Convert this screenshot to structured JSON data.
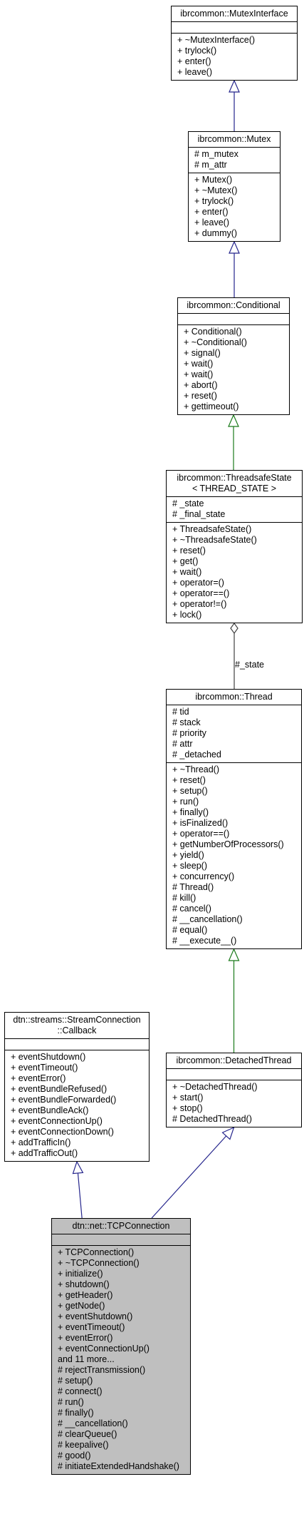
{
  "diagram": {
    "nodes": [
      {
        "id": "mutex-interface",
        "title": [
          "ibrcommon::MutexInterface"
        ],
        "attributes": [],
        "methods": [
          "+ ~MutexInterface()",
          "+ trylock()",
          "+ enter()",
          "+ leave()"
        ]
      },
      {
        "id": "mutex",
        "title": [
          "ibrcommon::Mutex"
        ],
        "attributes": [
          "# m_mutex",
          "# m_attr"
        ],
        "methods": [
          "+ Mutex()",
          "+ ~Mutex()",
          "+ trylock()",
          "+ enter()",
          "+ leave()",
          "+ dummy()"
        ]
      },
      {
        "id": "conditional",
        "title": [
          "ibrcommon::Conditional"
        ],
        "attributes": [],
        "methods": [
          "+ Conditional()",
          "+ ~Conditional()",
          "+ signal()",
          "+ wait()",
          "+ wait()",
          "+ abort()",
          "+ reset()",
          "+ gettimeout()"
        ]
      },
      {
        "id": "threadsafe-state",
        "title": [
          "ibrcommon::ThreadsafeState",
          "< THREAD_STATE >"
        ],
        "attributes": [
          "# _state",
          "# _final_state"
        ],
        "methods": [
          "+ ThreadsafeState()",
          "+ ~ThreadsafeState()",
          "+ reset()",
          "+ get()",
          "+ wait()",
          "+ operator=()",
          "+ operator==()",
          "+ operator!=()",
          "+ lock()"
        ]
      },
      {
        "id": "thread",
        "title": [
          "ibrcommon::Thread"
        ],
        "attributes": [
          "# tid",
          "# stack",
          "# priority",
          "# attr",
          "# _detached"
        ],
        "methods": [
          "+ ~Thread()",
          "+ reset()",
          "+ setup()",
          "+ run()",
          "+ finally()",
          "+ isFinalized()",
          "+ operator==()",
          "+ getNumberOfProcessors()",
          "+ yield()",
          "+ sleep()",
          "+ concurrency()",
          "# Thread()",
          "# kill()",
          "# cancel()",
          "# __cancellation()",
          "# equal()",
          "# __execute__()"
        ]
      },
      {
        "id": "stream-callback",
        "title": [
          "dtn::streams::StreamConnection",
          "::Callback"
        ],
        "attributes": [],
        "methods": [
          "+ eventShutdown()",
          "+ eventTimeout()",
          "+ eventError()",
          "+ eventBundleRefused()",
          "+ eventBundleForwarded()",
          "+ eventBundleAck()",
          "+ eventConnectionUp()",
          "+ eventConnectionDown()",
          "+ addTrafficIn()",
          "+ addTrafficOut()"
        ]
      },
      {
        "id": "detached-thread",
        "title": [
          "ibrcommon::DetachedThread"
        ],
        "attributes": [],
        "methods": [
          "+ ~DetachedThread()",
          "+ start()",
          "+ stop()",
          "# DetachedThread()"
        ]
      },
      {
        "id": "tcp-connection",
        "title": [
          "dtn::net::TCPConnection"
        ],
        "attributes": [],
        "methods": [
          "+ TCPConnection()",
          "+ ~TCPConnection()",
          "+ initialize()",
          "+ shutdown()",
          "+ getHeader()",
          "+ getNode()",
          "+ eventShutdown()",
          "+ eventTimeout()",
          "+ eventError()",
          "+ eventConnectionUp()",
          "and 11 more...",
          "# rejectTransmission()",
          "# setup()",
          "# connect()",
          "# run()",
          "# finally()",
          "# __cancellation()",
          "# clearQueue()",
          "# keepalive()",
          "# good()",
          "# initiateExtendedHandshake()"
        ]
      }
    ],
    "edges": [
      {
        "id": "e1",
        "from": "mutex",
        "to": "mutex-interface",
        "kind": "public-inheritance",
        "color": "#25258c"
      },
      {
        "id": "e2",
        "from": "conditional",
        "to": "mutex",
        "kind": "public-inheritance",
        "color": "#25258c"
      },
      {
        "id": "e3",
        "from": "threadsafe-state",
        "to": "conditional",
        "kind": "template-instantiation",
        "color": "#1a7a1a"
      },
      {
        "id": "e4",
        "from": "thread",
        "to": "threadsafe-state",
        "kind": "usage",
        "label": "#_state",
        "color": "#404040"
      },
      {
        "id": "e5",
        "from": "detached-thread",
        "to": "thread",
        "kind": "template-instantiation",
        "color": "#1a7a1a"
      },
      {
        "id": "e6",
        "from": "tcp-connection",
        "to": "stream-callback",
        "kind": "public-inheritance",
        "color": "#25258c"
      },
      {
        "id": "e7",
        "from": "tcp-connection",
        "to": "detached-thread",
        "kind": "public-inheritance",
        "color": "#25258c"
      }
    ]
  }
}
